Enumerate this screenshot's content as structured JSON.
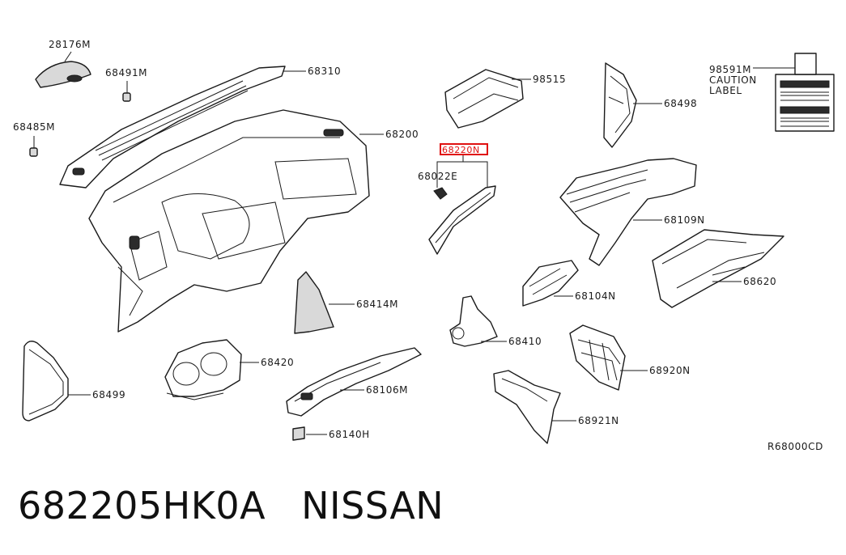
{
  "parts": {
    "p28176M": "28176M",
    "p68491M": "68491M",
    "p68485M": "68485M",
    "p68310": "68310",
    "p68200": "68200",
    "p98515": "98515",
    "p68220N": "68220N",
    "p68022E": "68022E",
    "p68498": "68498",
    "p98591M": "98591M",
    "caution_line1": "CAUTION",
    "caution_line2": "LABEL",
    "p68109N": "68109N",
    "p68620": "68620",
    "p68104N": "68104N",
    "p68414M": "68414M",
    "p68410": "68410",
    "p68920N": "68920N",
    "p68420": "68420",
    "p68499": "68499",
    "p68106M": "68106M",
    "p68921N": "68921N",
    "p68140H": "68140H"
  },
  "diagram_code": "R68000CD",
  "caption": {
    "part_number": "682205HK0A",
    "brand": "NISSAN"
  },
  "colors": {
    "highlight": "#e01010",
    "line": "#1a1a1a"
  }
}
